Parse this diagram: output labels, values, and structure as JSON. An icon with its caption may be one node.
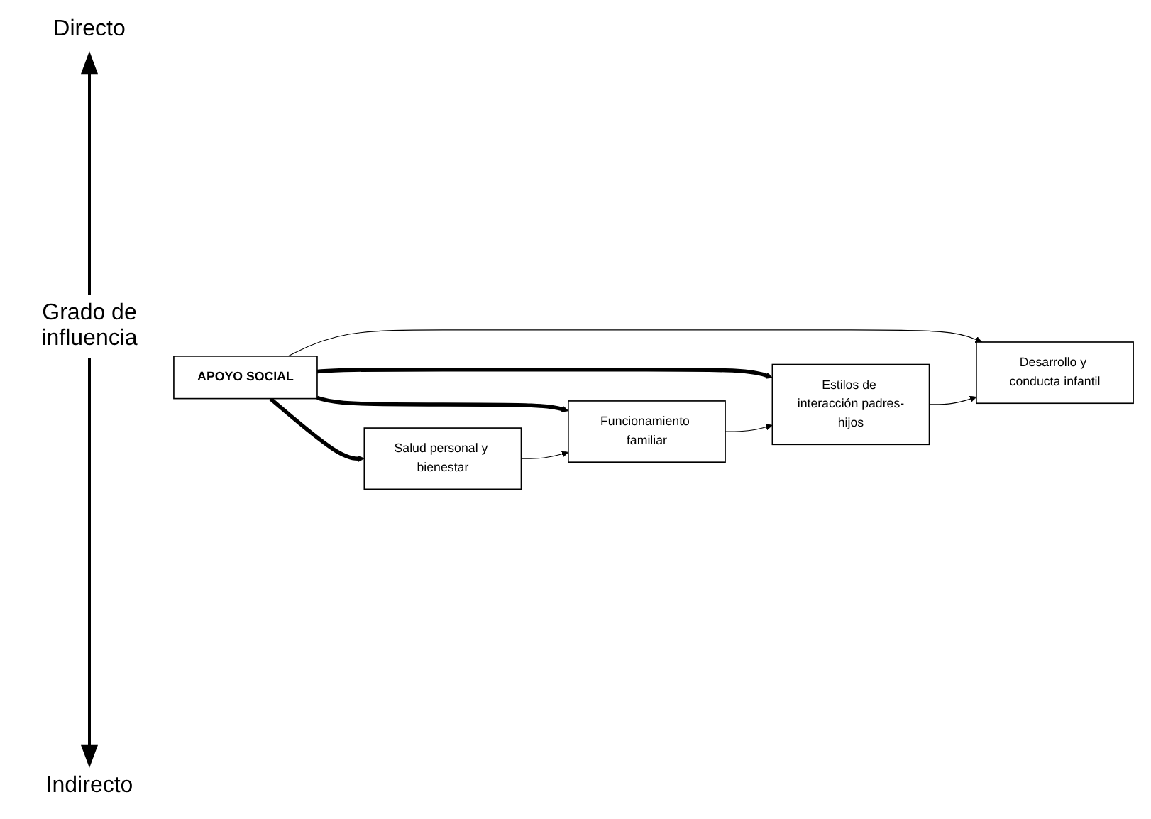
{
  "diagram": {
    "nodes": [
      {
        "text": [
          "APOYO SOCIAL"
        ]
      },
      {
        "text": [
          "Salud personal y bienestar"
        ]
      },
      {
        "text": [
          "Funcionamiento familiar"
        ]
      },
      {
        "text": [
          "Estilos de interacción padres-hijos"
        ]
      },
      {
        "text": [
          "Desarrollo y conducta infantil"
        ]
      }
    ],
    "edges": [
      {
        "from": 0,
        "to": 1,
        "arrow": "to",
        "style": "thick"
      },
      {
        "from": 0,
        "to": 2,
        "arrow": "to",
        "style": "thick"
      },
      {
        "from": 0,
        "to": 3,
        "arrow": "to",
        "style": "thick"
      },
      {
        "from": 0,
        "to": 4,
        "arrow": "to"
      },
      {
        "from": 1,
        "to": 2,
        "arrow": "to"
      },
      {
        "from": 2,
        "to": 3,
        "arrow": "to"
      },
      {
        "from": 3,
        "to": 4,
        "arrow": "to"
      }
    ],
    "labels": [
      "Directo",
      "Grado de influencia",
      "Indirecto"
    ]
  }
}
